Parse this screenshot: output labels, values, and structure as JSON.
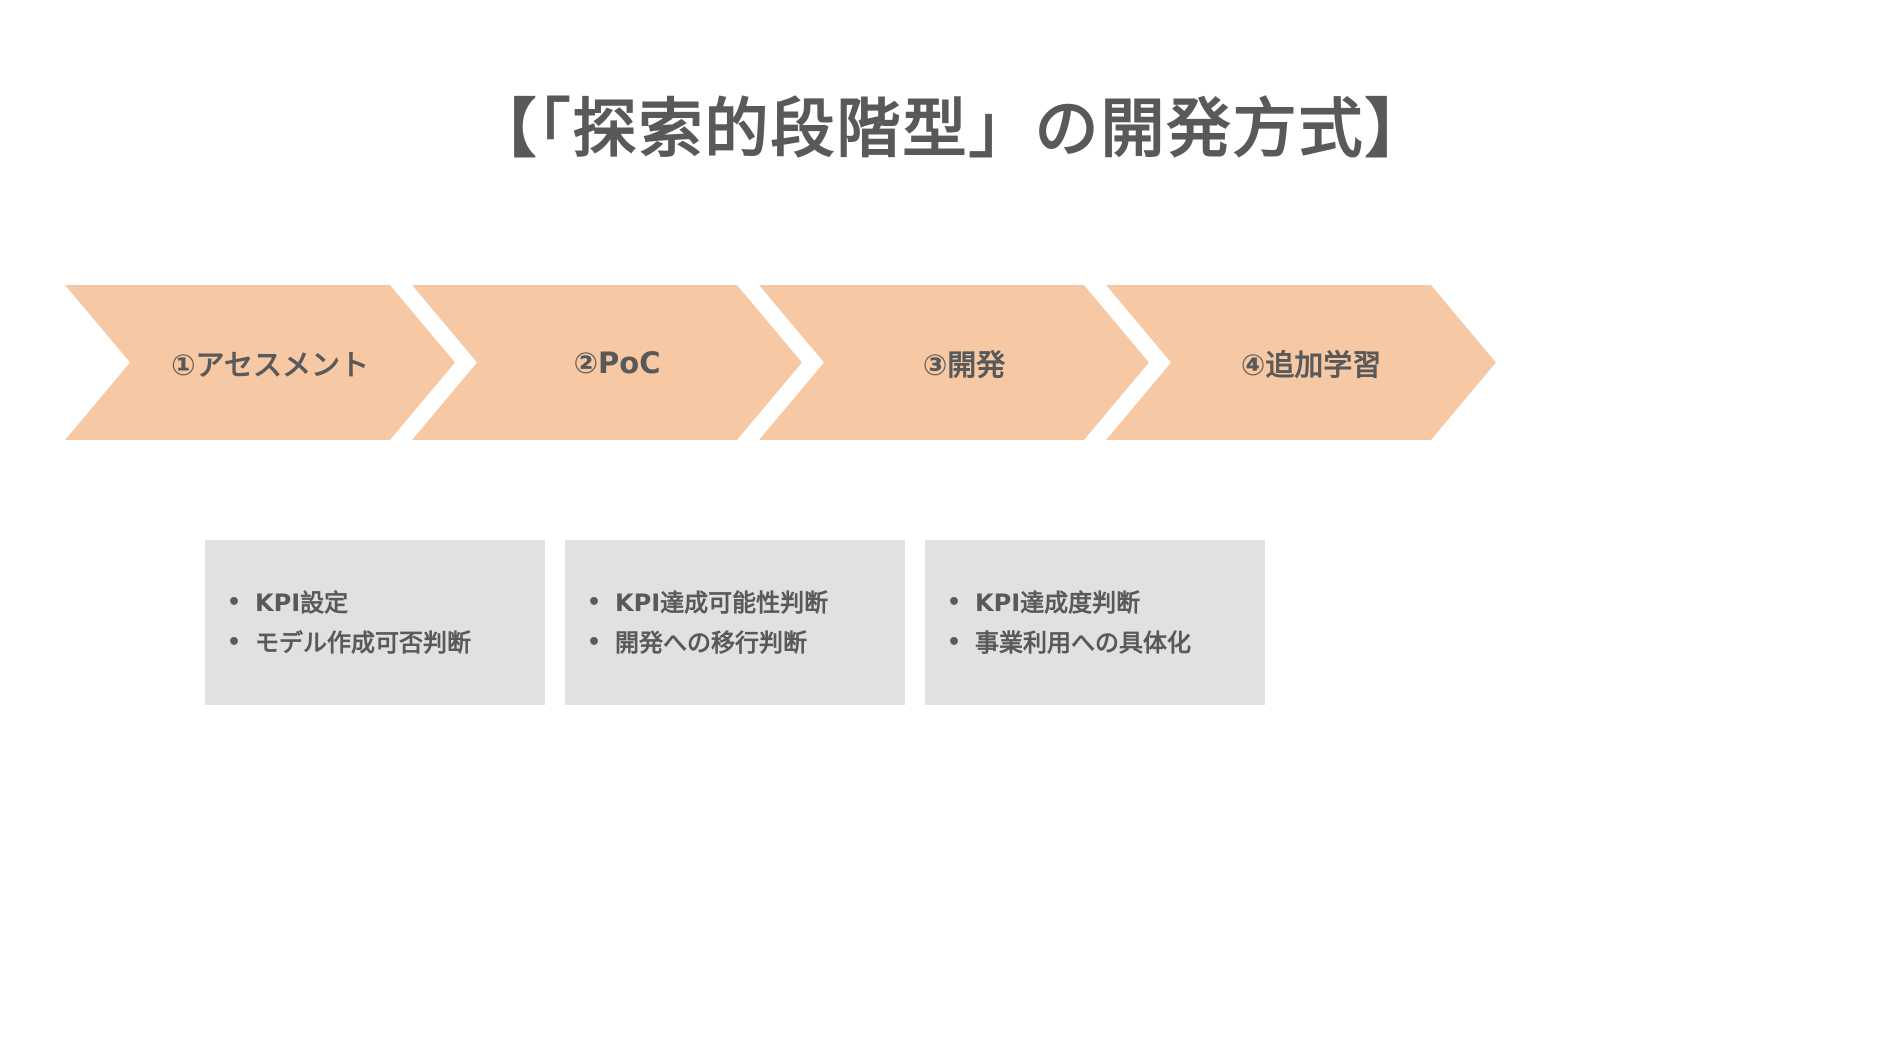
{
  "title": "【「探索的段階型」の開発方式】",
  "colors": {
    "arrow_fill": "#F6C8A4",
    "text_gray": "#595959",
    "box_fill": "#E2E1E1",
    "background": "#FFFFFF"
  },
  "steps": [
    {
      "label": "①アセスメント"
    },
    {
      "label": "②PoC"
    },
    {
      "label": "③開発"
    },
    {
      "label": "④追加学習"
    }
  ],
  "boxes": [
    {
      "items": [
        "KPI設定",
        "モデル作成可否判断"
      ]
    },
    {
      "items": [
        "KPI達成可能性判断",
        "開発への移行判断"
      ]
    },
    {
      "items": [
        "KPI達成度判断",
        "事業利用への具体化"
      ]
    }
  ]
}
